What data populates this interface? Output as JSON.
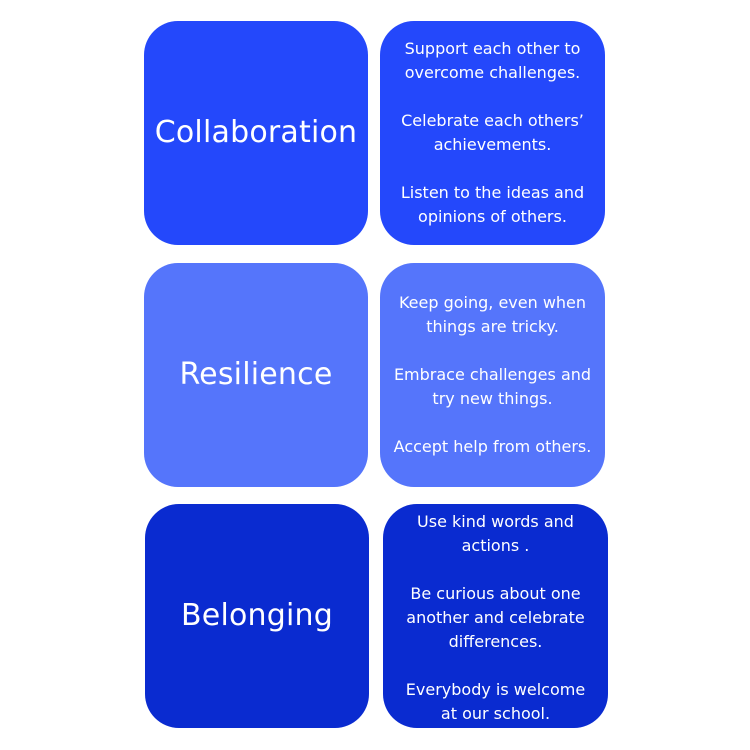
{
  "colors": {
    "collaboration": "#2448fb",
    "resilience": "#5575fb",
    "belonging": "#0a2bd0"
  },
  "cards": {
    "collaboration": {
      "title": "Collaboration",
      "lines": [
        "Support each other to\novercome challenges.",
        "Celebrate each others’\nachievements.",
        "Listen to the ideas and\nopinions of others."
      ]
    },
    "resilience": {
      "title": "Resilience",
      "lines": [
        "Keep going, even when\nthings are tricky.",
        "Embrace challenges and\ntry new things.",
        "Accept help from others."
      ]
    },
    "belonging": {
      "title": "Belonging",
      "lines": [
        "Use kind words and\nactions .",
        "Be curious about one\nanother and celebrate\ndifferences.",
        "Everybody is welcome\nat our school."
      ]
    }
  }
}
